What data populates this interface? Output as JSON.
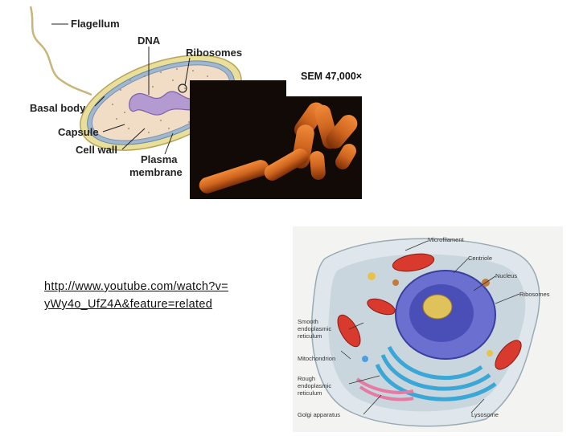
{
  "bacterium": {
    "labels": {
      "flagellum": "Flagellum",
      "dna": "DNA",
      "ribosomes": "Ribosomes",
      "basal_body": "Basal body",
      "capsule": "Capsule",
      "cell_wall": "Cell wall",
      "plasma_membrane_1": "Plasma",
      "plasma_membrane_2": "membrane"
    },
    "sem_label": "SEM 47,000×",
    "colors": {
      "capsule": "#e9df9a",
      "cytoplasm": "#f1dcc5",
      "dna": "#8f6fb2",
      "sem_background": "#120a06",
      "sem_cells": "#d0661f"
    }
  },
  "link": {
    "line1": "http://www.youtube.com/watch?v=",
    "line2": "yWy4o_UfZ4A&feature=related"
  },
  "eukaryotic_cell": {
    "labels": {
      "microfilament": "Microfilament",
      "centriole": "Centriole",
      "nucleus": "Nucleus",
      "ribosomes": "Ribosomes",
      "smooth_er": "Smooth\nendoplasmic\nreticulum",
      "mitochondrion": "Mitochondrion",
      "rough_er": "Rough\nendoplasmic\nreticulum",
      "golgi": "Golgi apparatus",
      "lysosome": "Lysosome"
    },
    "colors": {
      "membrane": "#dfe7ec",
      "nucleus": "#4a4fb8",
      "mitochondria": "#d83a2e",
      "er": "#3aa7d6"
    }
  }
}
